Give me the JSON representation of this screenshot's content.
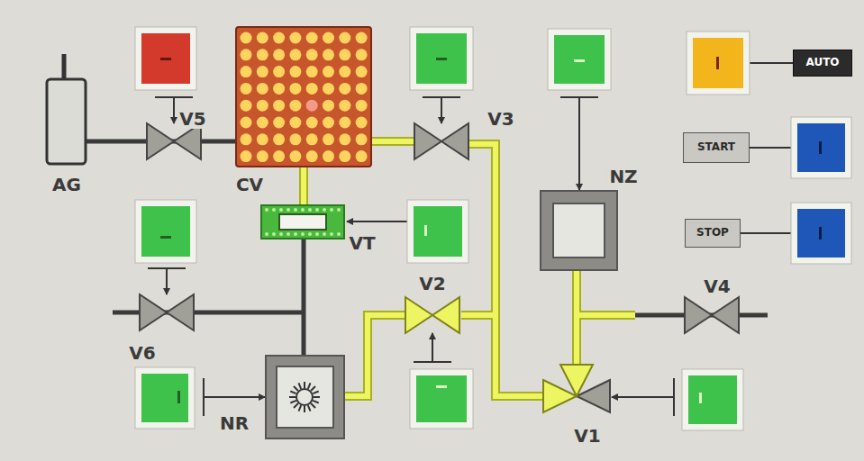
{
  "diagram": {
    "nodes": [
      {
        "text": [
          "AUTO"
        ]
      },
      {
        "text": [
          "START"
        ]
      },
      {
        "text": [
          "STOP"
        ]
      }
    ],
    "labels": [
      "AG",
      "V5",
      "CV",
      "V3",
      "NZ",
      "VT",
      "V6",
      "V4",
      "V2",
      "NR",
      "V1"
    ]
  }
}
